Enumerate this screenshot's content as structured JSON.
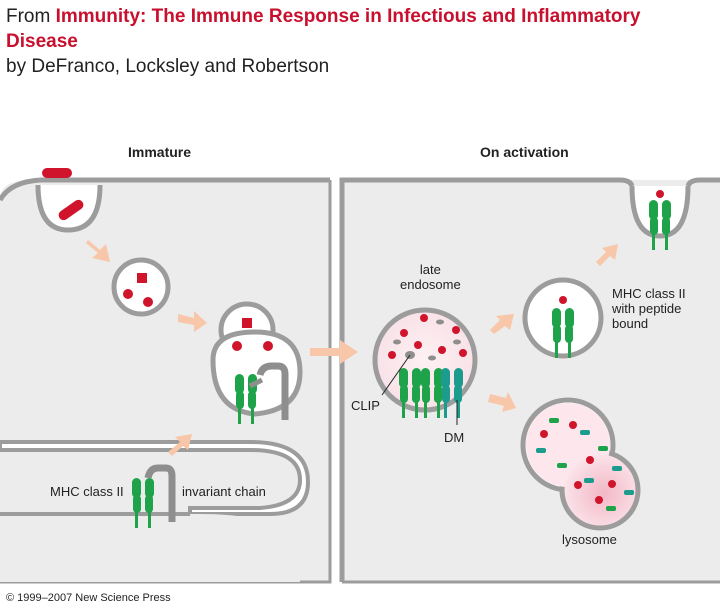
{
  "header": {
    "prefix": "From ",
    "book_title": "Immunity: The Immune Response in Infectious and Inflammatory Disease",
    "authors": "by DeFranco, Locksley and Robertson"
  },
  "panels": {
    "left_title": "Immature",
    "right_title": "On activation"
  },
  "labels": {
    "mhc_class_ii": "MHC class II",
    "invariant_chain": "invariant chain",
    "late_endosome": [
      "late",
      "endosome"
    ],
    "clip": "CLIP",
    "dm": "DM",
    "mhc_peptide": [
      "MHC class II",
      "with peptide",
      "bound"
    ],
    "lysosome": "lysosome"
  },
  "copyright": "© 1999–2007 New Science Press",
  "colors": {
    "cytoplasm": "#ececec",
    "membrane": "#9c9c9c",
    "vesicle_fill": "#ffffff",
    "mhc_green": "#1ea34a",
    "dm_teal": "#1b9c8c",
    "invariant_gray": "#8e8e8e",
    "peptide_red": "#d0142c",
    "arrow": "#f8c6a8",
    "lysosome_pink": "#f7d3dc",
    "header_red": "#c8102e"
  }
}
